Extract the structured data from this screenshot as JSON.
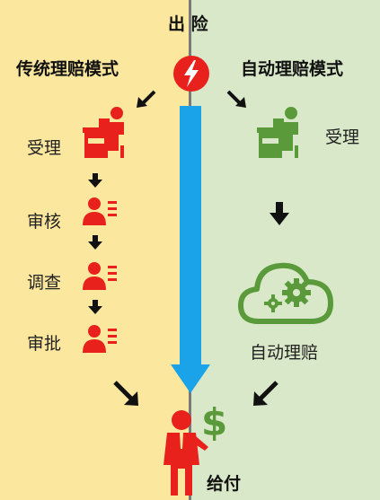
{
  "top_label": "出 险",
  "left": {
    "title": "传统理赔模式",
    "steps": [
      "受理",
      "审核",
      "调查",
      "审批"
    ]
  },
  "right": {
    "title": "自动理赔模式",
    "accept": "受理",
    "auto": "自动理赔"
  },
  "bottom_label": "给付",
  "dollar": "$",
  "colors": {
    "red": "#e8211c",
    "green": "#5b9a3b",
    "blue": "#1aa3e8",
    "left_bg": "#fbe79d",
    "right_bg": "#d8e8c8"
  }
}
